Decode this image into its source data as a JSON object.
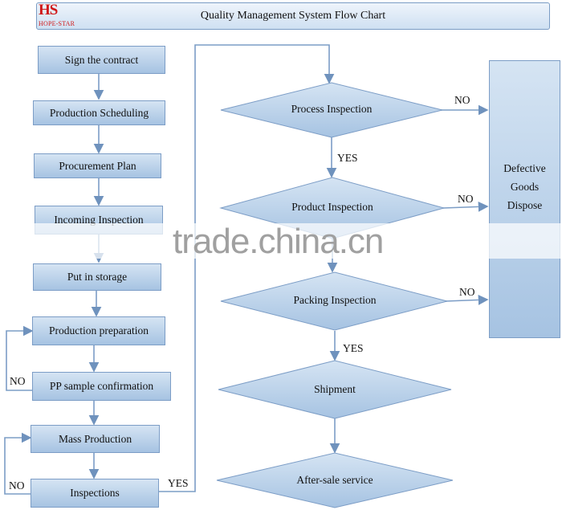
{
  "header": {
    "title": "Quality Management System Flow Chart",
    "logo_mark": "HS",
    "logo_text": "HOPE-STAR"
  },
  "left_steps": [
    "Sign the contract",
    "Production Scheduling",
    "Procurement Plan",
    "Incoming Inspection",
    "Put in storage",
    "Production preparation",
    "PP sample confirmation",
    "Mass Production",
    "Inspections"
  ],
  "right_steps": [
    "Process Inspection",
    "Product Inspection",
    "Packing Inspection",
    "Shipment",
    "After-sale service"
  ],
  "defect_box": {
    "line1": "Defective",
    "line2": "Goods",
    "line3": "Dispose"
  },
  "labels": {
    "yes": "YES",
    "no": "NO"
  },
  "watermark": "trade.china.cn"
}
